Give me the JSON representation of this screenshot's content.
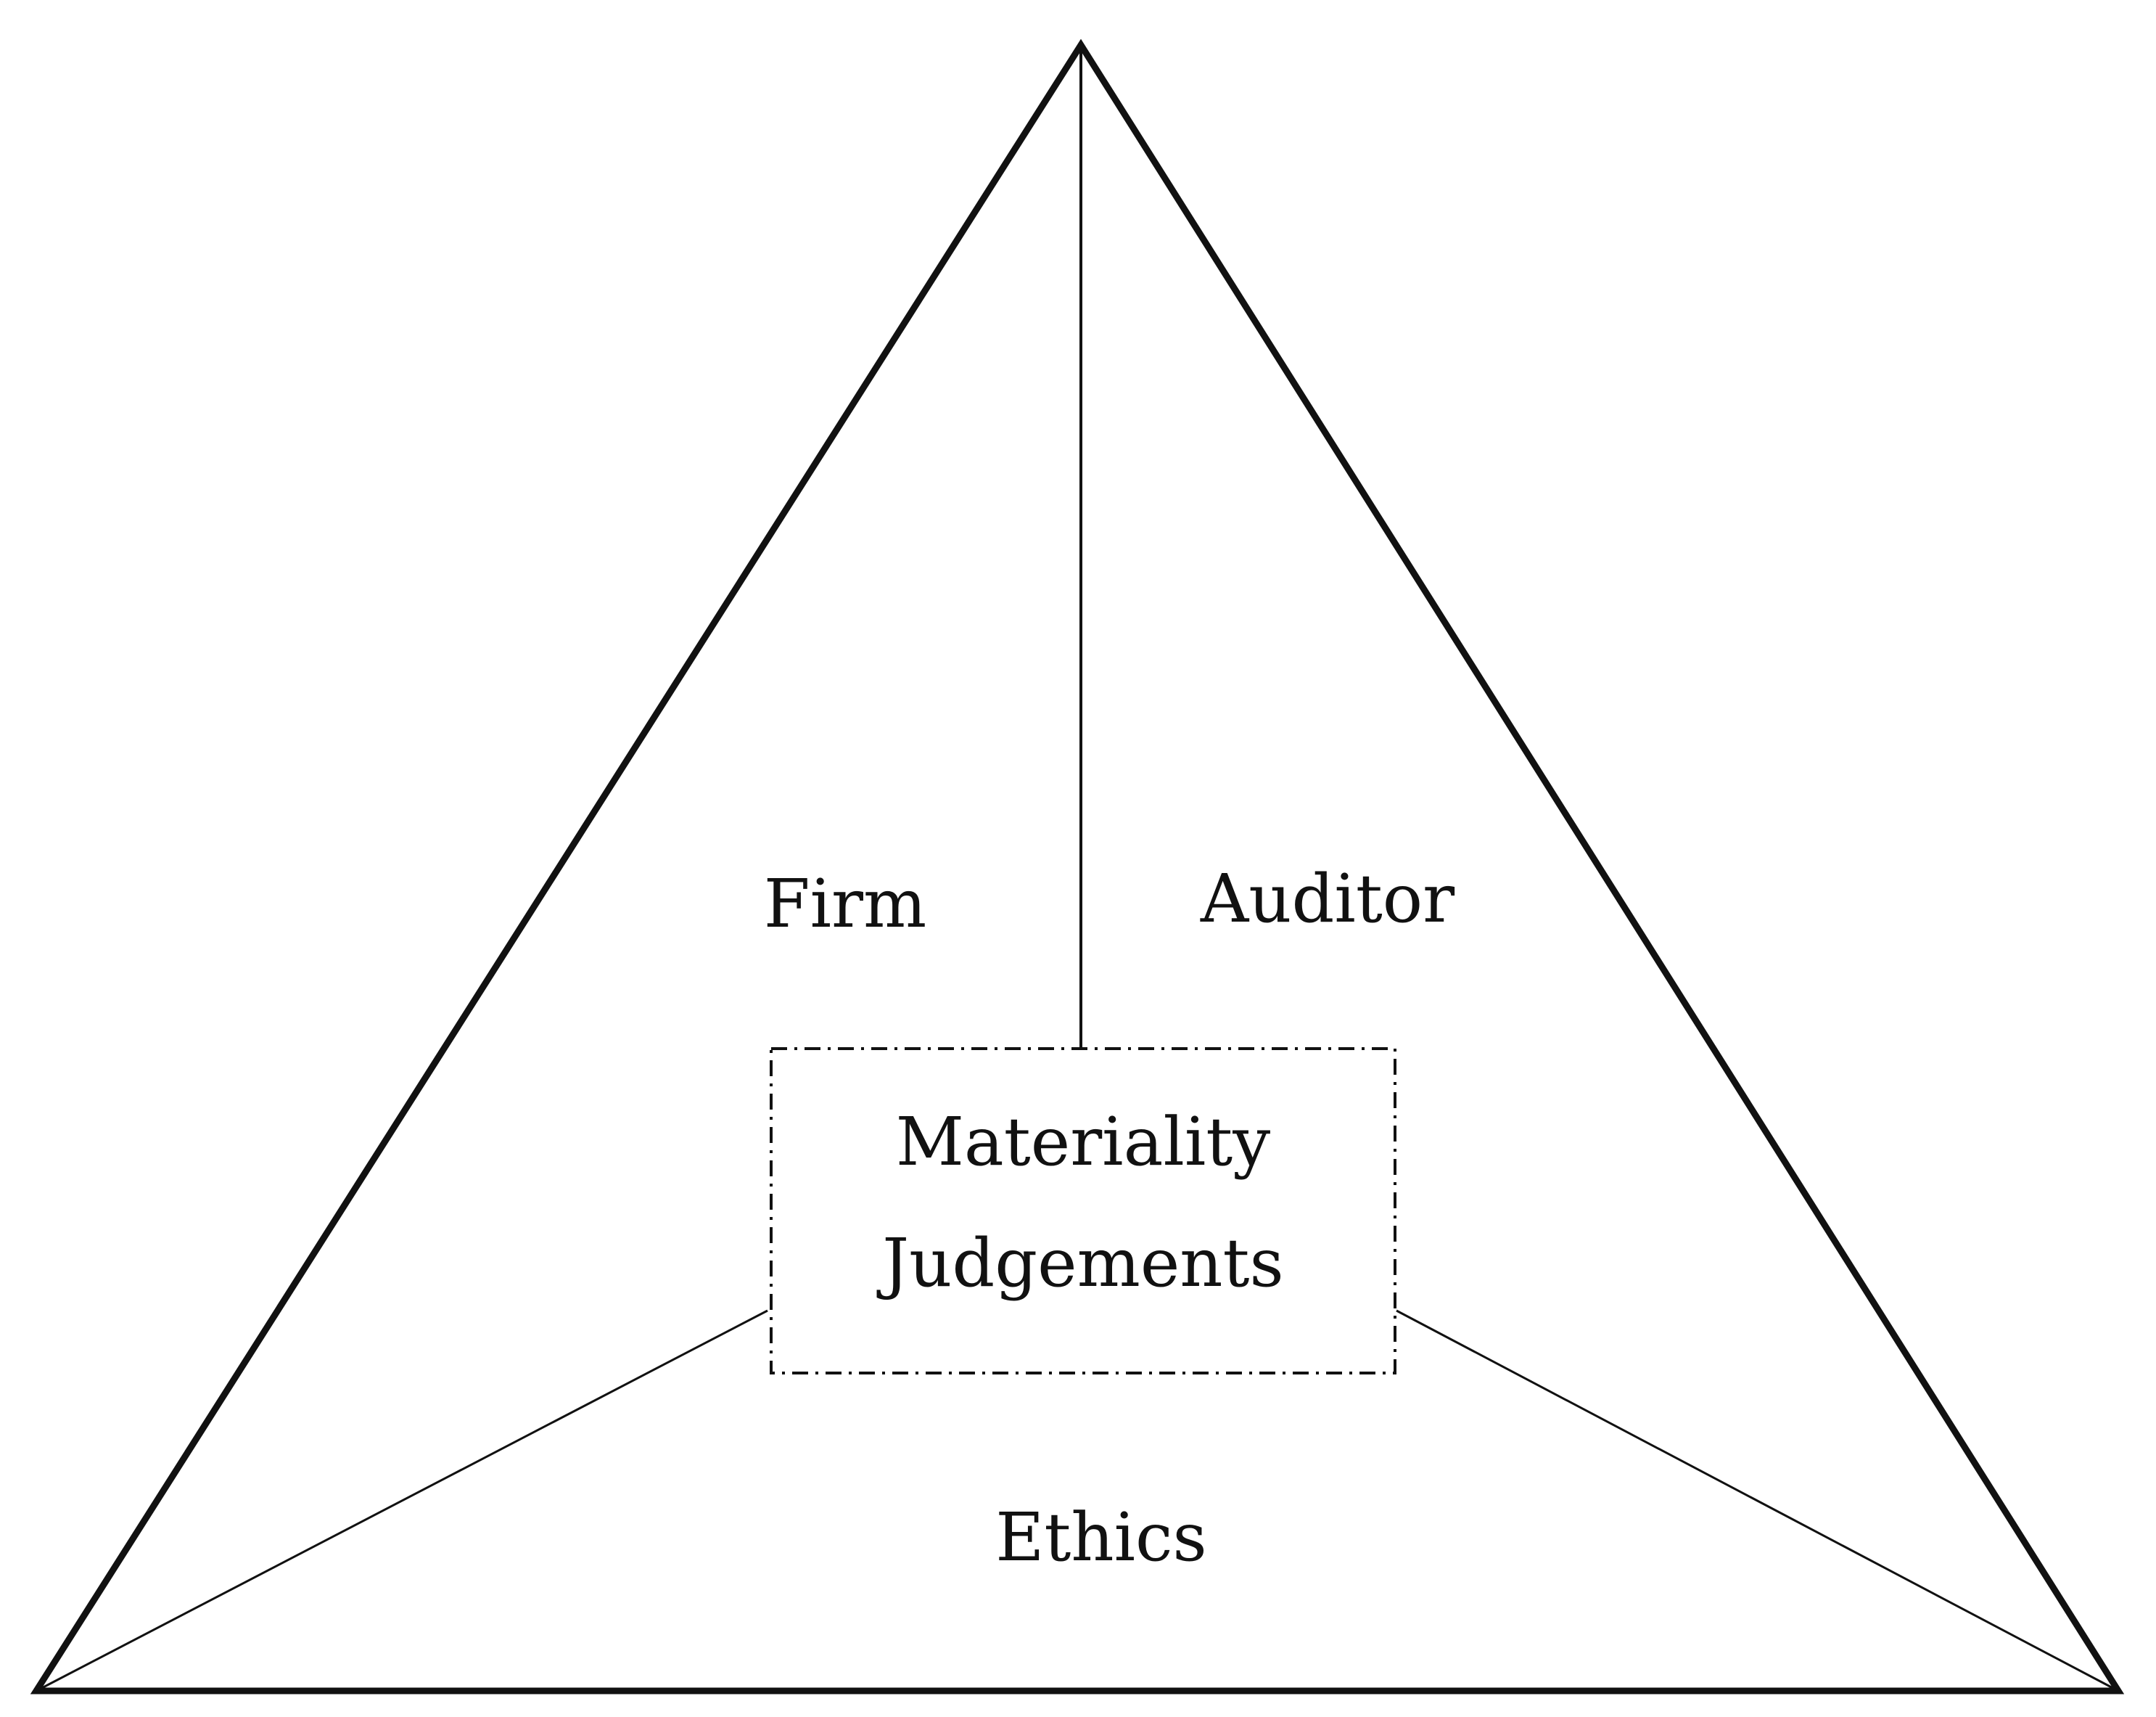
{
  "diagram": {
    "regions": {
      "firm": "Firm",
      "auditor": "Auditor",
      "ethics": "Ethics"
    },
    "center_box": {
      "line1": "Materiality",
      "line2": "Judgements"
    }
  },
  "colors": {
    "stroke": "#111111",
    "background": "#ffffff"
  }
}
